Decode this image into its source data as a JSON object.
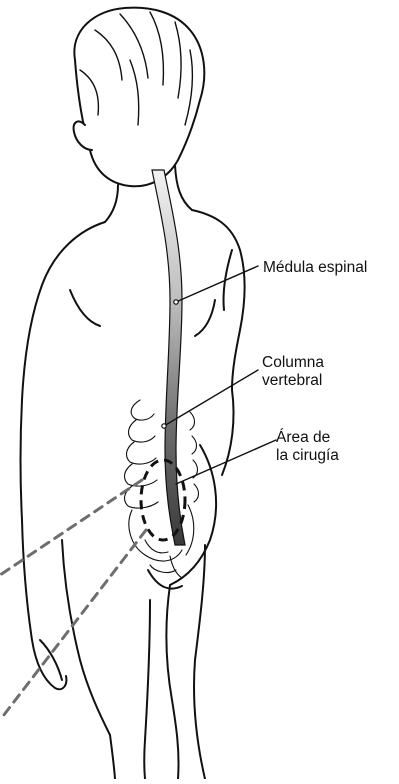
{
  "labels": {
    "spinal_cord": "Médula espinal",
    "spinal_column_line1": "Columna",
    "spinal_column_line2": "vertebral",
    "surgery_area_line1": "Área de",
    "surgery_area_line2": "la cirugía"
  },
  "colors": {
    "outline": "#111111",
    "spinal_cord_light": "#e6e6e6",
    "spinal_cord_dark": "#3a3a3a",
    "spinal_cord_mid": "#8c8c8c",
    "dashed_callout": "#6e6e6e",
    "surgery_ring": "#111111"
  }
}
